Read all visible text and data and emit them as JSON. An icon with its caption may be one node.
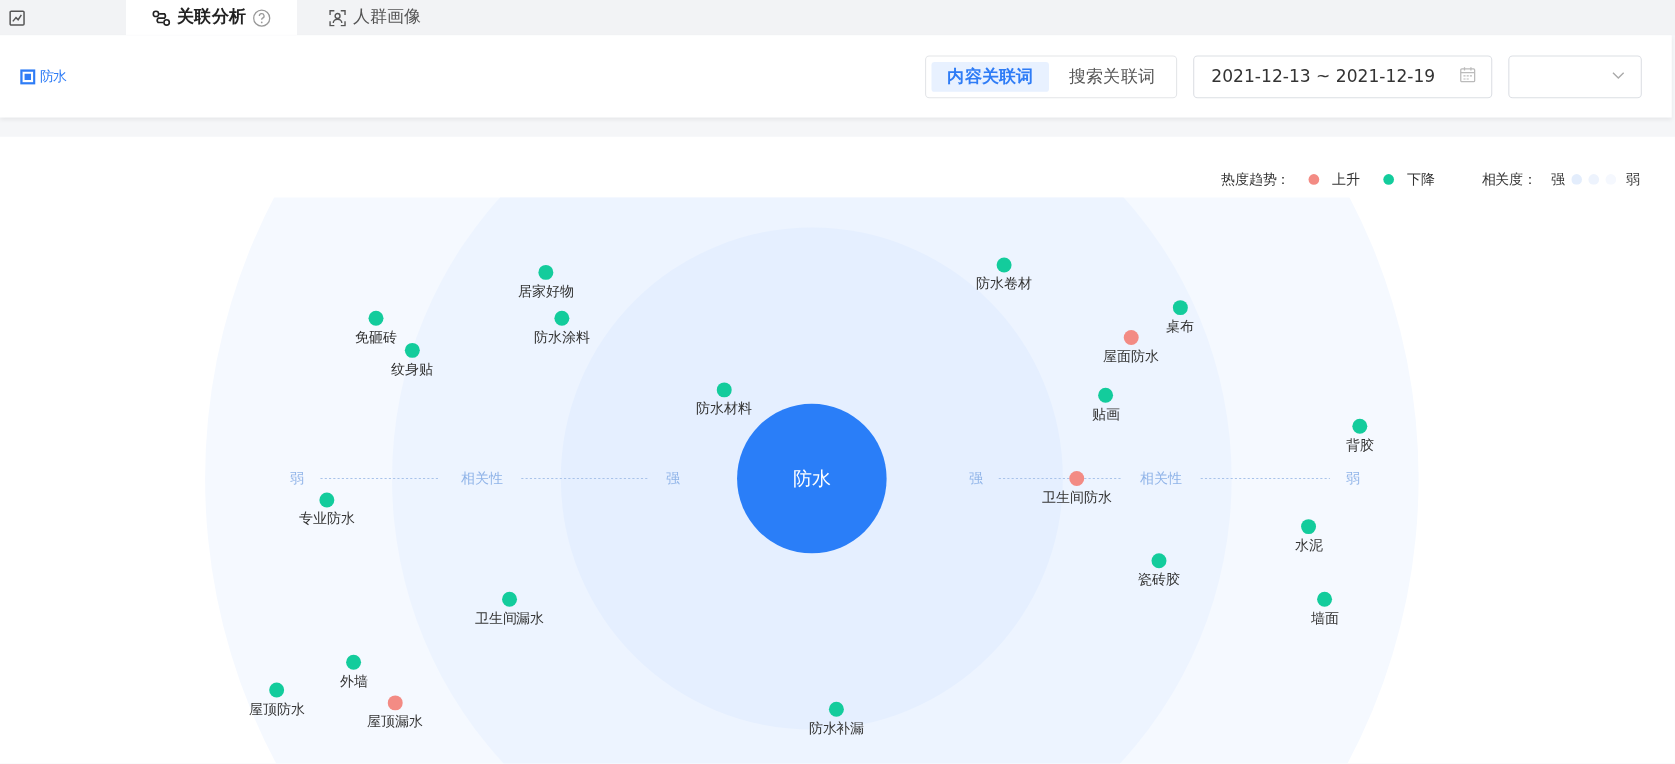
{
  "diagram": {
    "nodes": [
      {
        "text": [
          "防水"
        ]
      },
      {
        "text": [
          "防水卷材"
        ]
      },
      {
        "text": [
          "居家好物"
        ]
      },
      {
        "text": [
          "桌布"
        ]
      },
      {
        "text": [
          "免砸砖"
        ]
      },
      {
        "text": [
          "防水涂料"
        ]
      },
      {
        "text": [
          "屋面防水"
        ]
      },
      {
        "text": [
          "纹身贴"
        ]
      },
      {
        "text": [
          "防水材料"
        ]
      },
      {
        "text": [
          "贴画"
        ]
      },
      {
        "text": [
          "背胶"
        ]
      },
      {
        "text": [
          "卫生间防水"
        ]
      },
      {
        "text": [
          "专业防水"
        ]
      },
      {
        "text": [
          "水泥"
        ]
      },
      {
        "text": [
          "瓷砖胶"
        ]
      },
      {
        "text": [
          "卫生间漏水"
        ]
      },
      {
        "text": [
          "墙面"
        ]
      },
      {
        "text": [
          "外墙"
        ]
      },
      {
        "text": [
          "屋顶防水"
        ]
      },
      {
        "text": [
          "屋顶漏水"
        ]
      },
      {
        "text": [
          "防水补漏"
        ]
      }
    ],
    "labels": [
      "关联分析",
      "人群画像",
      "防水",
      "内容关联词",
      "搜索关联词",
      "2021-12-13 ~ 2021-12-19",
      "热度趋势：",
      "相关度：",
      "强",
      "弱",
      "弱",
      "相关性",
      "强",
      "强",
      "相关性",
      "弱"
    ],
    "legend": [
      {
        "text": "上升",
        "color": "#f38b84"
      },
      {
        "text": "下降",
        "color": "#13cc9c"
      }
    ]
  }
}
